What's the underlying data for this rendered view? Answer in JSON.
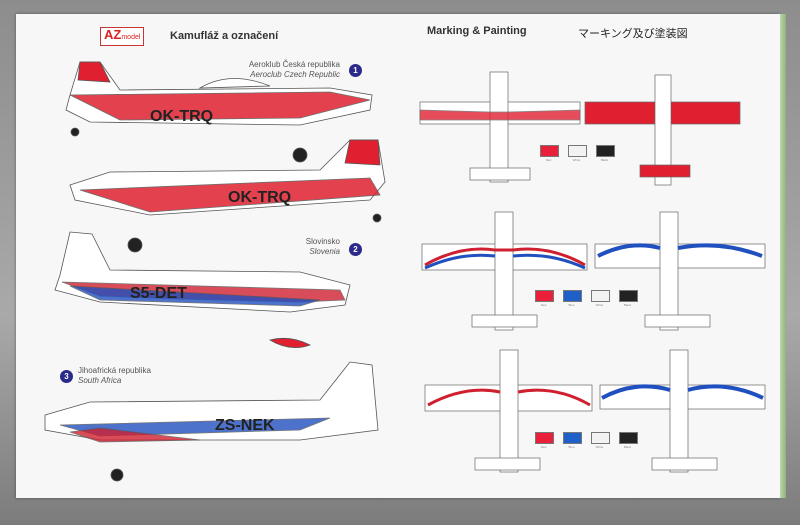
{
  "header": {
    "logo": "AZ",
    "logo_sub": "model",
    "title_cz": "Kamufláž a označení",
    "title_en": "Marking & Painting",
    "title_jp": "マーキング及び塗装図"
  },
  "schemes": [
    {
      "number": "1",
      "name_cz": "Aeroklub Česká republika",
      "name_en": "Aeroclub Czech Republic",
      "registration": "OK-TRQ"
    },
    {
      "number": "2",
      "name_cz": "Slovinsko",
      "name_en": "Slovenia",
      "registration": "S5-DET"
    },
    {
      "number": "3",
      "name_cz": "Jihoafrická republika",
      "name_en": "South Africa",
      "registration": "ZS-NEK"
    }
  ],
  "swatches": [
    [
      {
        "label": "Red",
        "color": "#e8203a"
      },
      {
        "label": "White",
        "color": "#f2f2f2"
      },
      {
        "label": "Black",
        "color": "#222222"
      }
    ],
    [
      {
        "label": "Red",
        "color": "#e8203a"
      },
      {
        "label": "Blue",
        "color": "#1e5fc8"
      },
      {
        "label": "White",
        "color": "#f2f2f2"
      },
      {
        "label": "Black",
        "color": "#222222"
      }
    ],
    [
      {
        "label": "Red",
        "color": "#e8203a"
      },
      {
        "label": "Blue",
        "color": "#1e5fc8"
      },
      {
        "label": "White",
        "color": "#f2f2f2"
      },
      {
        "label": "Black",
        "color": "#222222"
      }
    ]
  ]
}
